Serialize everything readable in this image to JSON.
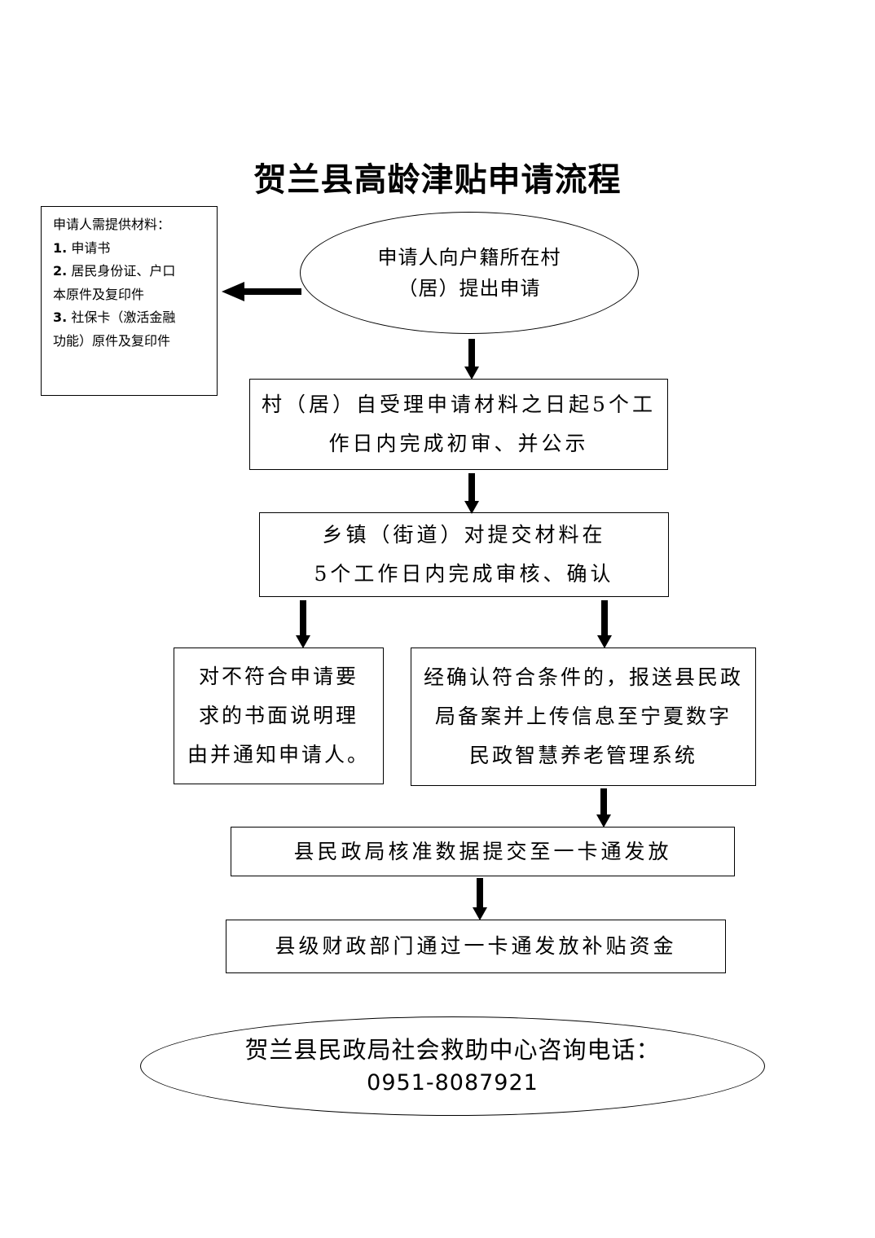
{
  "title": "贺兰县高龄津贴申请流程",
  "materials": {
    "heading": "申请人需提供材料：",
    "items": [
      {
        "num": "1.",
        "text": "申请书"
      },
      {
        "num": "2.",
        "text": "居民身份证、户口",
        "cont": "本原件及复印件"
      },
      {
        "num": "3.",
        "text": "社保卡（激活金融",
        "cont": "功能）原件及复印件"
      }
    ]
  },
  "start": {
    "line1": "申请人向户籍所在村",
    "line2": "（居）提出申请"
  },
  "step1": {
    "line1": "村（居）自受理申请材料之日起5个工",
    "line2": "作日内完成初审、并公示"
  },
  "step2": {
    "line1": "乡镇（街道）对提交材料在",
    "line2": "5个工作日内完成审核、确认"
  },
  "reject": {
    "line1": "对不符合申请要",
    "line2": "求的书面说明理",
    "line3": "由并通知申请人。"
  },
  "approve": {
    "line1": "经确认符合条件的，报送县民政",
    "line2": "局备案并上传信息至宁夏数字",
    "line3": "民政智慧养老管理系统"
  },
  "step3": {
    "line1": "县民政局核准数据提交至一卡通发放"
  },
  "step4": {
    "line1": "县级财政部门通过一卡通发放补贴资金"
  },
  "contact": {
    "label": "贺兰县民政局社会救助中心咨询电话：",
    "phone": "0951-8087921"
  }
}
